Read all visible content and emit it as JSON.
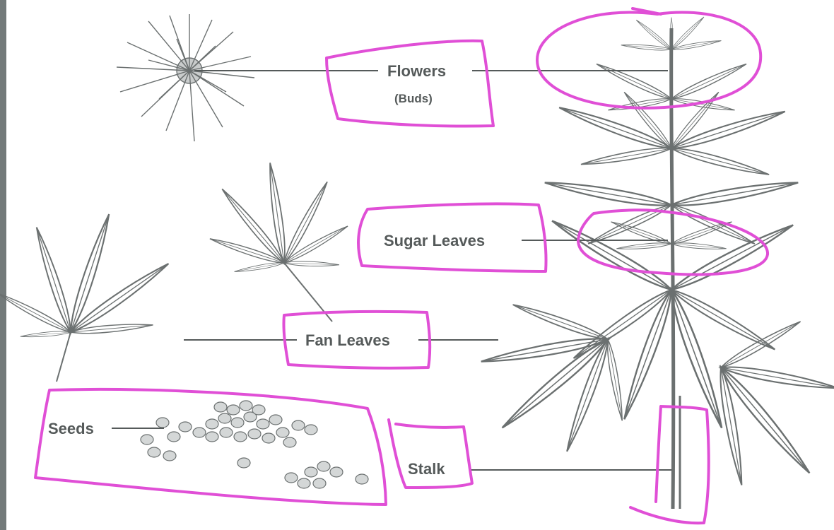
{
  "labels": {
    "flowers": "Flowers",
    "buds": "(Buds)",
    "sugar_leaves": "Sugar Leaves",
    "fan_leaves": "Fan Leaves",
    "seeds": "Seeds",
    "stalk": "Stalk"
  },
  "colors": {
    "ink": "#6b7070",
    "highlight": "#e04fd6",
    "label_text": "#555a5a"
  }
}
